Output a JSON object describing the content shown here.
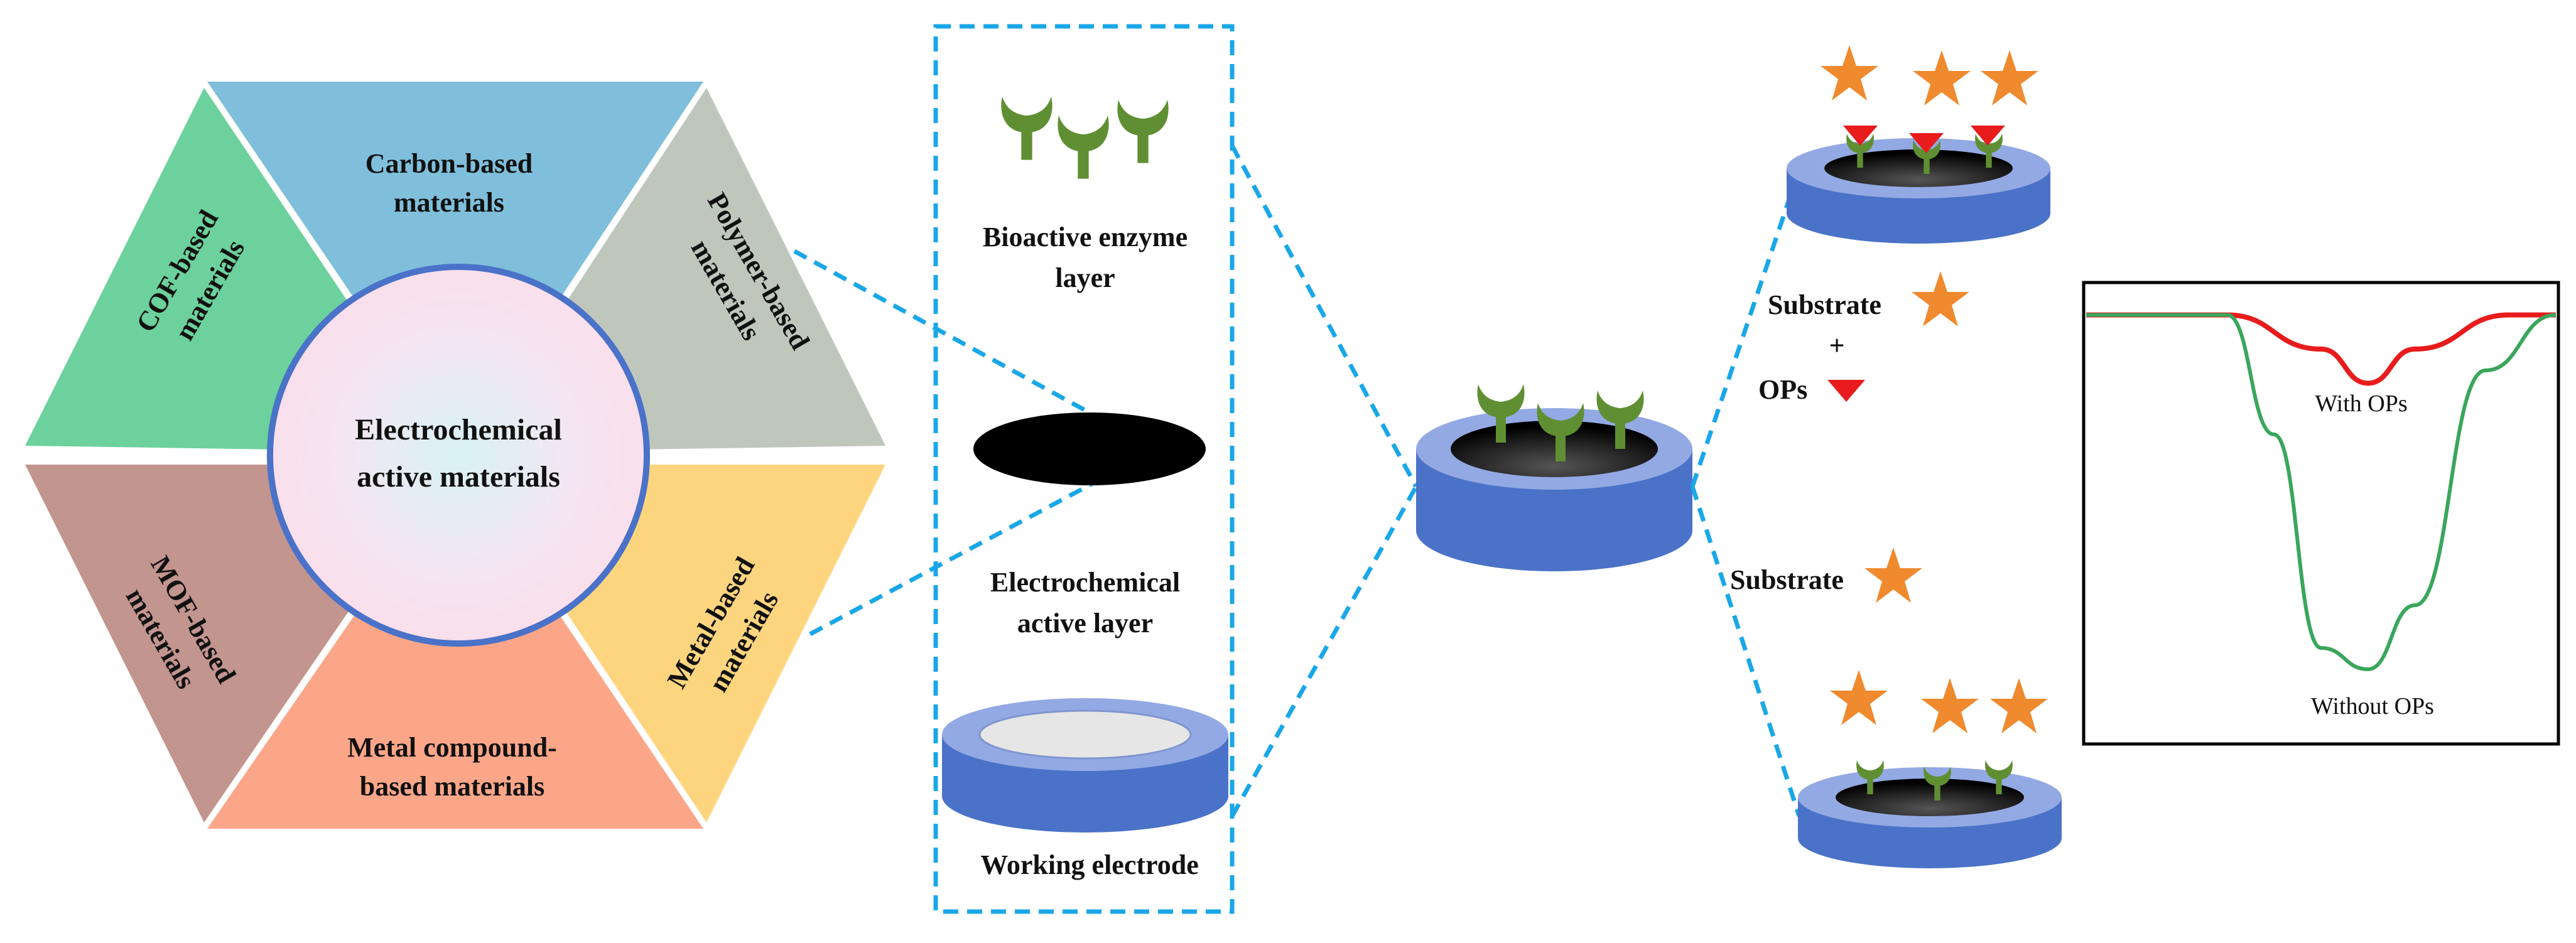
{
  "hexagon": {
    "segments": {
      "carbon": {
        "line1": "Carbon-based",
        "line2": "materials",
        "color": "#7fbfdb"
      },
      "polymer": {
        "line1": "Polymer-based",
        "line2": "materials",
        "color": "#bfc7bd"
      },
      "metal": {
        "line1": "Metal-based",
        "line2": "materials",
        "color": "#fdd57f"
      },
      "metal_compound": {
        "line1": "Metal compound-",
        "line2": "based materials",
        "color": "#fca689"
      },
      "mof": {
        "line1": "MOF-based",
        "line2": "materials",
        "color": "#c3958f"
      },
      "cof": {
        "line1": "COF-based",
        "line2": "materials",
        "color": "#6cd19c"
      }
    },
    "center": {
      "line1": "Electrochemical",
      "line2": "active materials",
      "border_color": "#4a72c8"
    }
  },
  "layers": {
    "enzyme": {
      "line1": "Bioactive enzyme",
      "line2": "layer"
    },
    "active": {
      "line1": "Electrochemical",
      "line2": "active layer"
    },
    "electrode": {
      "line1": "Working electrode"
    },
    "frame_color": "#1aa7e8"
  },
  "sensor": {
    "top_branch": {
      "substrate": "Substrate",
      "plus": "+",
      "ops": "OPs"
    },
    "bottom_branch": {
      "substrate": "Substrate"
    }
  },
  "chart_data": {
    "type": "line",
    "series": [
      {
        "name": "With OPs",
        "color": "#e81c1c",
        "values": [
          [
            0,
            0.98
          ],
          [
            0.3,
            0.98
          ],
          [
            0.5,
            0.9
          ],
          [
            0.6,
            0.82
          ],
          [
            0.7,
            0.9
          ],
          [
            0.9,
            0.98
          ],
          [
            1,
            0.98
          ]
        ]
      },
      {
        "name": "Without OPs",
        "color": "#3aa65c",
        "values": [
          [
            0,
            0.98
          ],
          [
            0.3,
            0.98
          ],
          [
            0.4,
            0.7
          ],
          [
            0.5,
            0.2
          ],
          [
            0.6,
            0.15
          ],
          [
            0.7,
            0.3
          ],
          [
            0.85,
            0.85
          ],
          [
            1,
            0.98
          ]
        ]
      }
    ],
    "annotations": [
      "With OPs",
      "Without OPs"
    ],
    "xlabel": "",
    "ylabel": "",
    "grid": false
  },
  "colors": {
    "star": "#f08a2e",
    "ops_triangle": "#e81c1c",
    "enzyme": "#5f8f32",
    "electrode_top": "#93a9e3",
    "electrode_body": "#4a72c8",
    "dashed": "#1aa7e8"
  }
}
